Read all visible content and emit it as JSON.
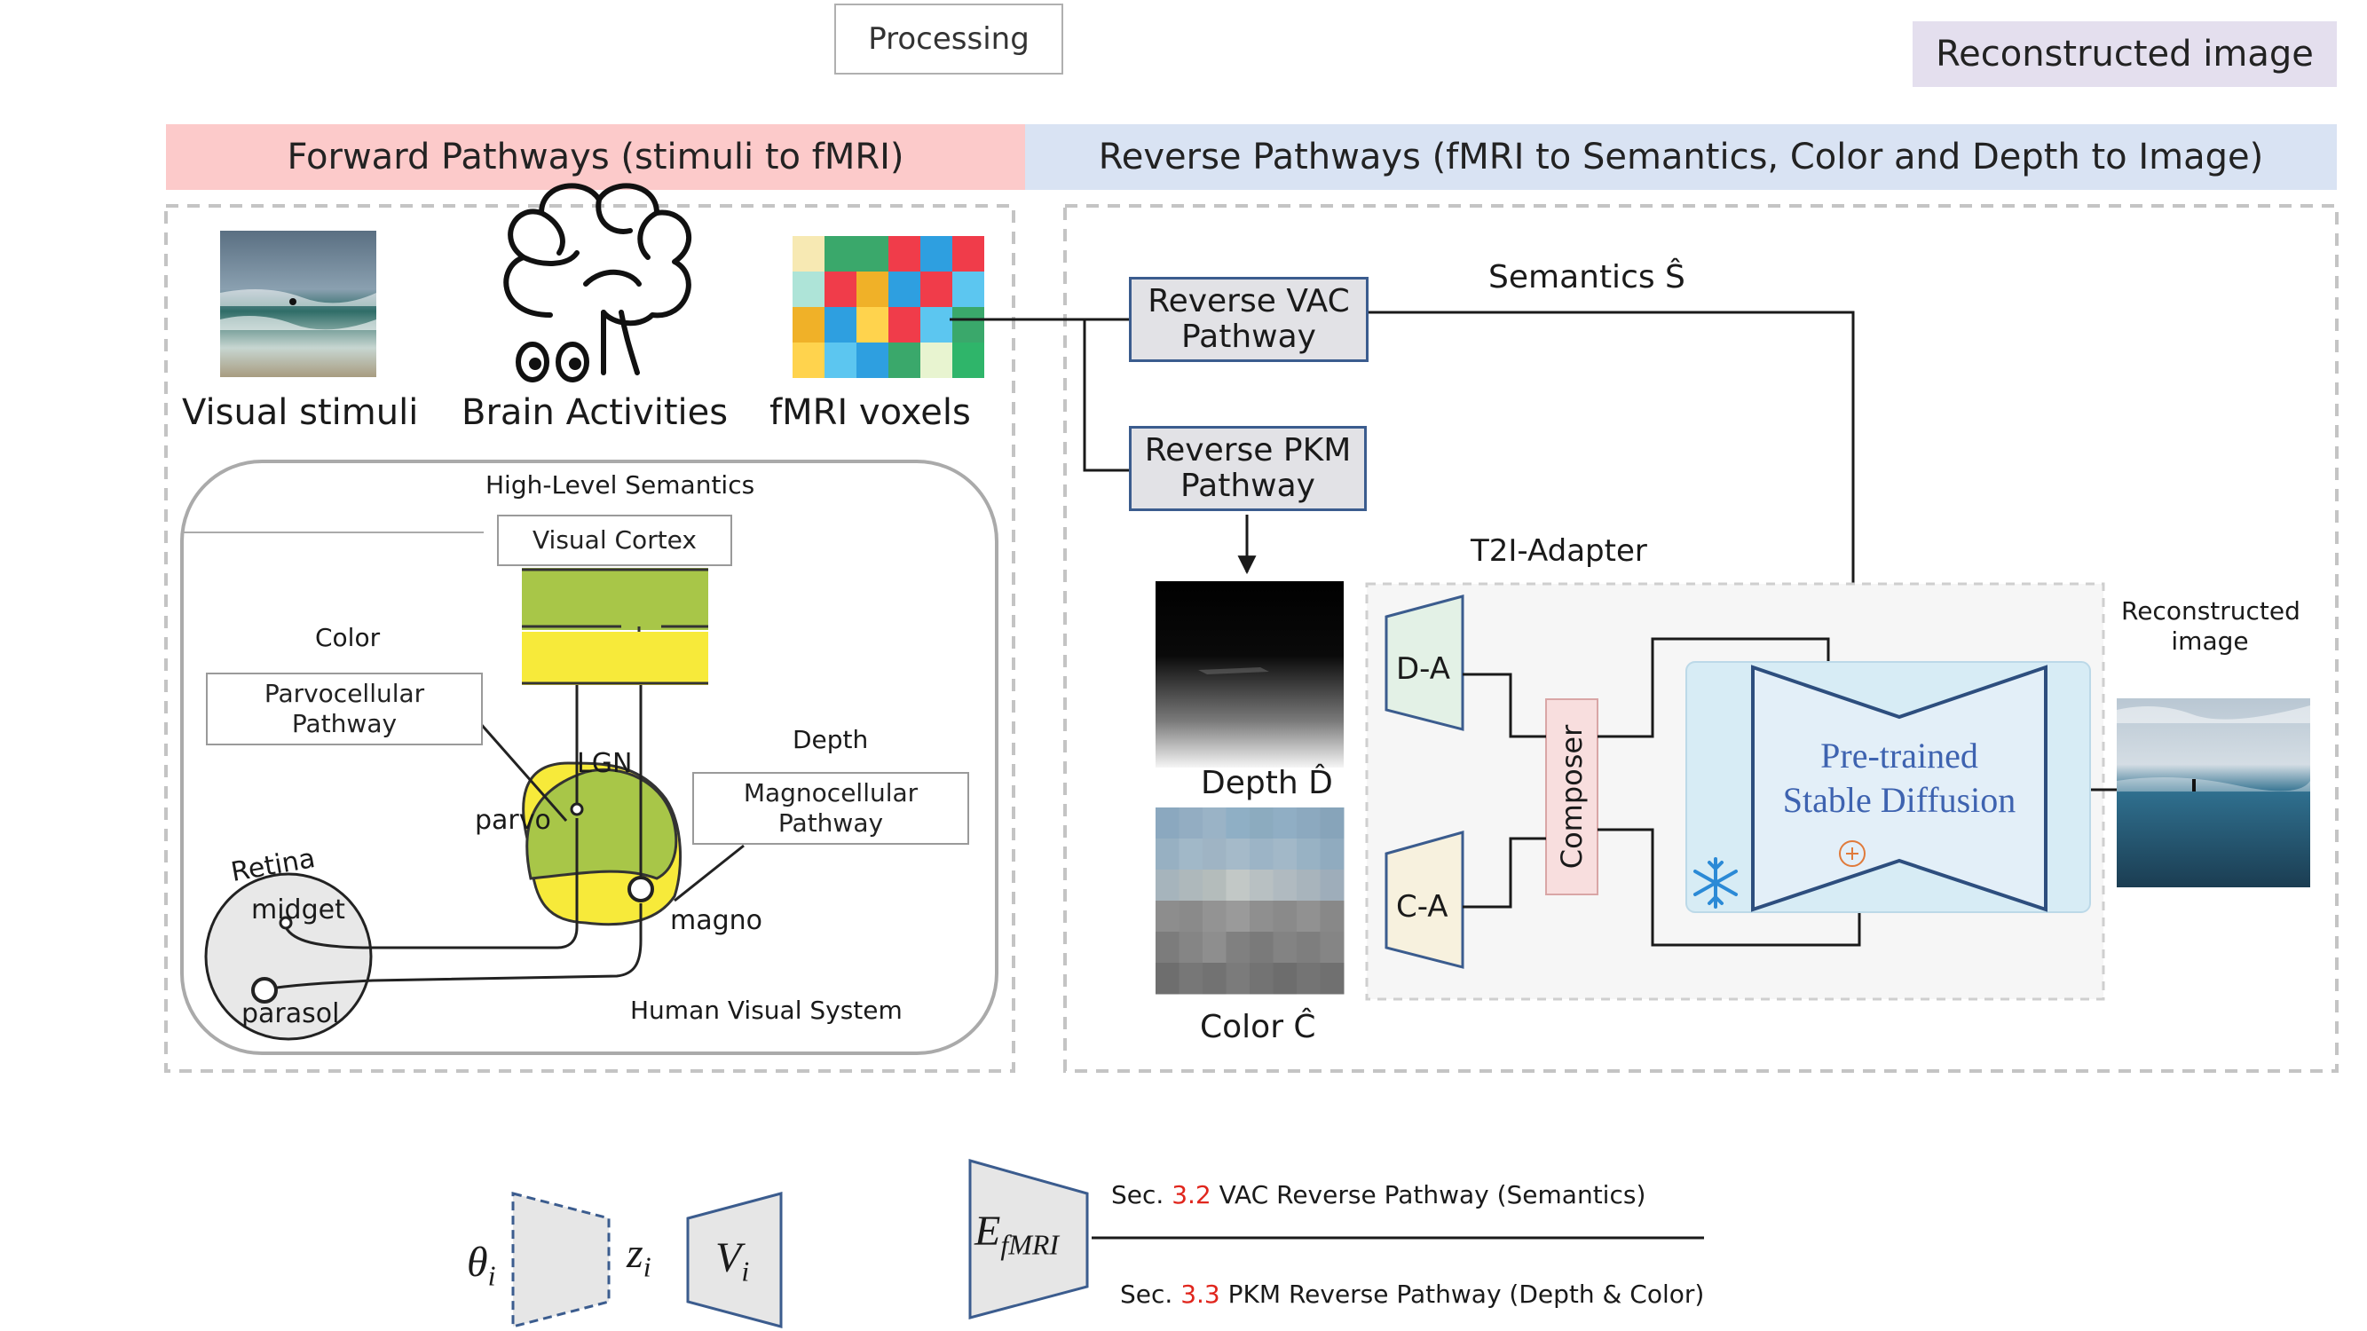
{
  "top": {
    "processing_label": "Processing",
    "reconstructed_tag": "Reconstructed image"
  },
  "forward": {
    "header": "Forward Pathways (stimuli to fMRI)",
    "header_color": "#fccaca",
    "visual_stimuli": "Visual stimuli",
    "brain_activities": "Brain Activities",
    "fmri_voxels": "fMRI voxels",
    "hvs": {
      "high_level": "High-Level Semantics",
      "visual_cortex": "Visual Cortex",
      "color": "Color",
      "parvo_pathway": "Parvocellular Pathway",
      "depth": "Depth",
      "magno_pathway": "Magnocellular Pathway",
      "lgn": "LGN",
      "parvo": "parvo",
      "magno": "magno",
      "retina": "Retina",
      "midget": "midget",
      "parasol": "parasol",
      "system": "Human Visual System"
    }
  },
  "reverse": {
    "header": "Reverse Pathways (fMRI to Semantics, Color and Depth to Image)",
    "header_color": "#d9e3f3",
    "vac": "Reverse VAC Pathway",
    "pkm": "Reverse PKM Pathway",
    "semantics": "Semantics Ŝ",
    "t2i": "T2I-Adapter",
    "depth": "Depth D̂",
    "color": "Color Ĉ",
    "da": "D-A",
    "ca": "C-A",
    "composer": "Composer",
    "sd_line1": "Pre-trained",
    "sd_line2": "Stable Diffusion",
    "recon": "Reconstructed image"
  },
  "legend": {
    "theta": "θ",
    "theta_sub": "i",
    "z": "z",
    "z_sub": "i",
    "v": "V",
    "v_sub": "i",
    "e": "E",
    "e_sub": "fMRI",
    "sec_a_pre": "Sec.",
    "sec_a_num": "3.2",
    "sec_a_post": "VAC Reverse Pathway (Semantics)",
    "sec_b_pre": "Sec.",
    "sec_b_num": "3.3",
    "sec_b_post": "PKM Reverse Pathway (Depth & Color)",
    "accent": "#e0261d"
  },
  "colors": {
    "pathway_border": "#3b5c8e",
    "lgn_green": "#a8c648",
    "lgn_yellow": "#f7ea3a",
    "sd_bg": "#d7ecf5",
    "da_fill": "#e3f1e6",
    "ca_fill": "#f7f1de",
    "composer_fill": "#f8dede"
  }
}
